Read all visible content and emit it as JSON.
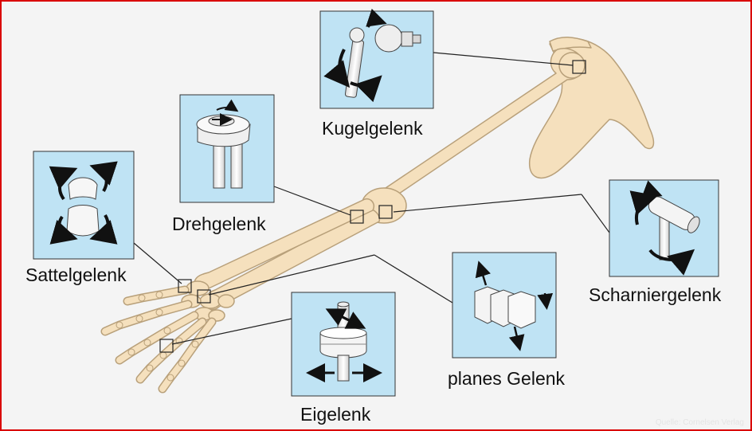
{
  "labels": {
    "kugelgelenk": "Kugelgelenk",
    "drehgelenk": "Drehgelenk",
    "sattelgelenk": "Sattelgelenk",
    "scharniergelenk": "Scharniergelenk",
    "planes_gelenk": "planes Gelenk",
    "eigelenk": "Eigelenk"
  },
  "source_watermark": "Quelle: Cornelsen Verlag",
  "colors": {
    "bone_fill": "#f5e0bd",
    "bone_stroke": "#b8a07a",
    "box_fill": "#bfe3f4",
    "frame": "#d90000",
    "background": "#f4f4f4"
  }
}
